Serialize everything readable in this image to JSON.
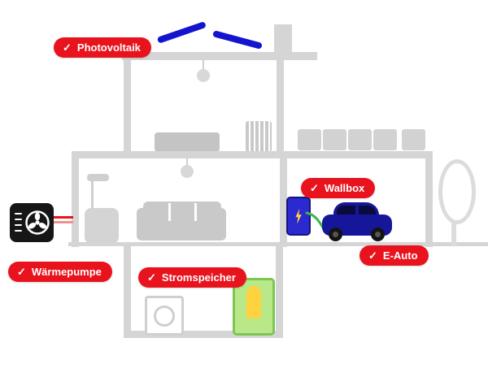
{
  "glyphs": {
    "check": "✓"
  },
  "badges": [
    {
      "id": "photovoltaik",
      "label": "Photovoltaik"
    },
    {
      "id": "wallbox",
      "label": "Wallbox"
    },
    {
      "id": "e-auto",
      "label": "E-Auto"
    },
    {
      "id": "waermepumpe",
      "label": "Wärmepumpe"
    },
    {
      "id": "stromspeicher",
      "label": "Stromspeicher"
    }
  ],
  "colors": {
    "badge_red": "#e8131d",
    "solar_panel_blue": "#1414cf",
    "car_blue": "#16169b",
    "wallbox_blue": "#2a2ad0",
    "cable_green": "#3cb54a",
    "battery_green_fill": "#b9e888",
    "battery_green_border": "#7cc653",
    "battery_yellow": "#ffd23f",
    "structure_gray": "#d5d5d5",
    "heat_pump_black": "#161616"
  }
}
